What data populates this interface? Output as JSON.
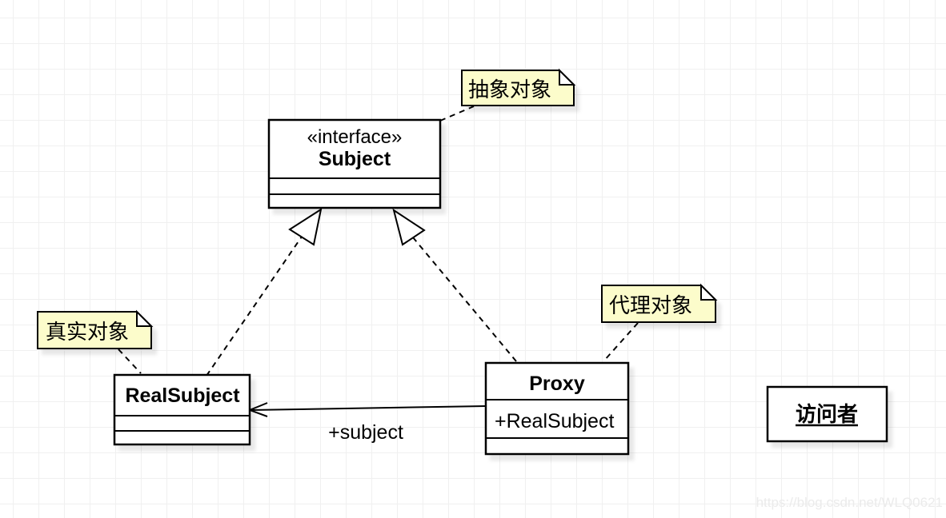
{
  "diagram_type": "uml-class-diagram-proxy-pattern",
  "classes": {
    "subject": {
      "stereotype": "«interface»",
      "name": "Subject",
      "attributes": [],
      "methods": []
    },
    "real_subject": {
      "name": "RealSubject",
      "attributes": [],
      "methods": []
    },
    "proxy": {
      "name": "Proxy",
      "attribute": "+RealSubject",
      "methods": []
    }
  },
  "notes": {
    "abstract": {
      "text": "抽象对象",
      "attached_to": "Subject"
    },
    "real": {
      "text": "真实对象",
      "attached_to": "RealSubject"
    },
    "proxy": {
      "text": "代理对象",
      "attached_to": "Proxy"
    }
  },
  "visitor": {
    "label": "访问者"
  },
  "edges": {
    "association_label": "+subject",
    "realizations": [
      "RealSubject→Subject",
      "Proxy→Subject"
    ]
  },
  "watermark": {
    "text": "https://blog.csdn.net/WLQ0621"
  },
  "colors": {
    "note_fill": "#fcfccb",
    "visitor_fill": "#d6edfa",
    "shape_fill": "#ffffff",
    "line": "#000000",
    "grid": "#f0f0f0",
    "watermark": "#ebebeb"
  }
}
